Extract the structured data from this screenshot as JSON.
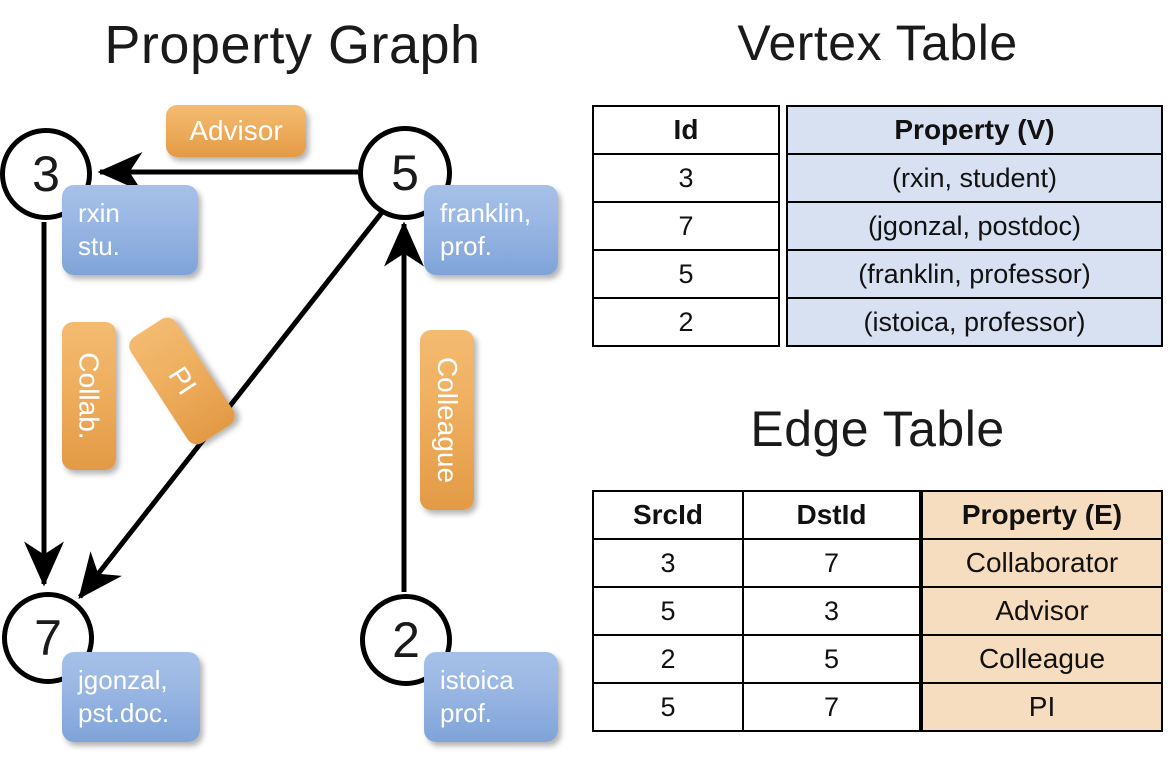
{
  "titles": {
    "property_graph": "Property Graph",
    "vertex_table": "Vertex Table",
    "edge_table": "Edge Table"
  },
  "colors": {
    "vertex_property_fill": "#D7E1F2",
    "edge_property_fill": "#F7DDC0",
    "node_box_fill": "#9AB7E4",
    "edge_label_fill": "#EEAE5E",
    "stroke": "#000000"
  },
  "graph": {
    "nodes": [
      {
        "id": "3",
        "property_line1": "rxin",
        "property_line2": "stu."
      },
      {
        "id": "5",
        "property_line1": "franklin,",
        "property_line2": "prof."
      },
      {
        "id": "7",
        "property_line1": "jgonzal,",
        "property_line2": "pst.doc."
      },
      {
        "id": "2",
        "property_line1": "istoica",
        "property_line2": "prof."
      }
    ],
    "edge_labels": [
      {
        "name": "advisor",
        "text": "Advisor",
        "orientation": "horizontal"
      },
      {
        "name": "collab",
        "text": "Collab.",
        "orientation": "vertical"
      },
      {
        "name": "pi",
        "text": "PI",
        "orientation": "rotated"
      },
      {
        "name": "colleague",
        "text": "Colleague",
        "orientation": "vertical"
      }
    ],
    "edges": [
      {
        "src": "5",
        "dst": "3",
        "label": "Advisor"
      },
      {
        "src": "3",
        "dst": "7",
        "label": "Collab."
      },
      {
        "src": "5",
        "dst": "7",
        "label": "PI"
      },
      {
        "src": "2",
        "dst": "5",
        "label": "Colleague"
      }
    ]
  },
  "vertex_table": {
    "headers": [
      "Id",
      "Property (V)"
    ],
    "rows": [
      {
        "id": "3",
        "property": "(rxin, student)"
      },
      {
        "id": "7",
        "property": "(jgonzal, postdoc)"
      },
      {
        "id": "5",
        "property": "(franklin, professor)"
      },
      {
        "id": "2",
        "property": "(istoica, professor)"
      }
    ]
  },
  "edge_table": {
    "headers": [
      "SrcId",
      "DstId",
      "Property (E)"
    ],
    "rows": [
      {
        "src": "3",
        "dst": "7",
        "property": "Collaborator"
      },
      {
        "src": "5",
        "dst": "3",
        "property": "Advisor"
      },
      {
        "src": "2",
        "dst": "5",
        "property": "Colleague"
      },
      {
        "src": "5",
        "dst": "7",
        "property": "PI"
      }
    ]
  }
}
